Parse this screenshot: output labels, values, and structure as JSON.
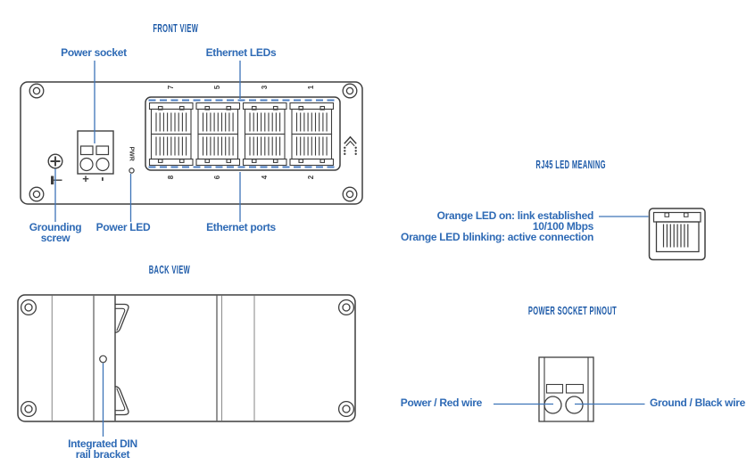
{
  "colors": {
    "title_blue": "#1d5aa8",
    "label_blue": "#2e6ab5",
    "leader_blue": "#3d74b8",
    "led_dash_blue": "#4b7dc2",
    "outline_dark": "#3e3e3e",
    "outline_gray": "#909090"
  },
  "front": {
    "title": "FRONT VIEW",
    "labels": {
      "power_socket": "Power socket",
      "ethernet_leds": "Ethernet LEDs",
      "grounding_screw": "Grounding\nscrew",
      "power_led": "Power LED",
      "ethernet_ports": "Ethernet ports"
    },
    "panel": {
      "pwr": "PWR",
      "plus": "+",
      "minus": "-",
      "port_numbers_top": [
        "7",
        "5",
        "3",
        "1"
      ],
      "port_numbers_bottom": [
        "8",
        "6",
        "4",
        "2"
      ]
    }
  },
  "back": {
    "title": "BACK VIEW",
    "labels": {
      "din_bracket": "Integrated DIN\nrail bracket"
    }
  },
  "rj45": {
    "title": "RJ45 LED MEANING",
    "lines": [
      "Orange LED on: link established",
      "10/100 Mbps",
      "Orange LED blinking: active connection"
    ]
  },
  "pinout": {
    "title": "POWER SOCKET PINOUT",
    "labels": {
      "power": "Power / Red wire",
      "ground": "Ground / Black wire"
    }
  }
}
